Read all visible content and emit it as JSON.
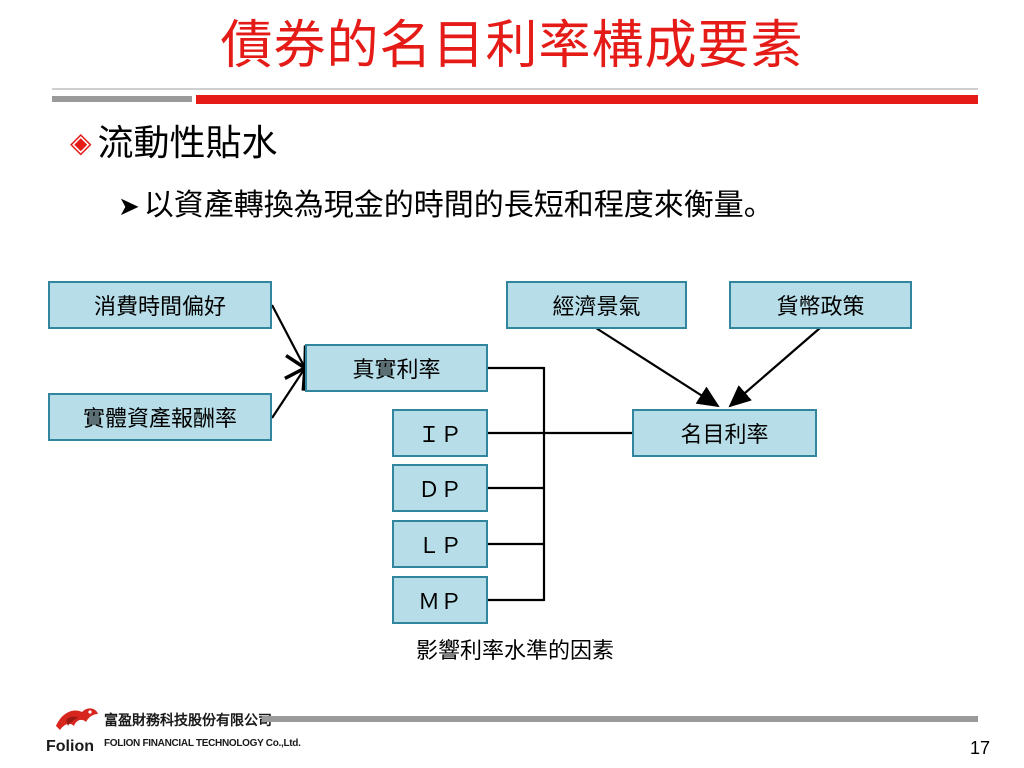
{
  "title": "債券的名目利率構成要素",
  "bullet_level1": {
    "marker": "◈",
    "text": "流動性貼水"
  },
  "bullet_level2": {
    "marker": "➤",
    "text": "以資產轉換為現金的時間的長短和程度來衡量。"
  },
  "diagram": {
    "boxes": {
      "consumption_pref": "消費時間偏好",
      "real_asset_return": "實體資產報酬率",
      "real_rate": "真實利率",
      "ip": "ＩＰ",
      "dp": "ＤＰ",
      "lp": "ＬＰ",
      "mp": "ＭＰ",
      "economy": "經濟景氣",
      "monetary_policy": "貨幣政策",
      "nominal_rate": "名目利率"
    },
    "caption": "影響利率水準的因素"
  },
  "footer": {
    "logo_text": "Folion",
    "company_cn": "富盈財務科技股份有限公司",
    "company_en": "FOLION FINANCIAL TECHNOLOGY Co.,Ltd.",
    "page_number": "17"
  },
  "colors": {
    "title": "#e41b17",
    "box_fill": "#b7dee8",
    "box_border": "#31859c",
    "accent_bar": "#e41b17",
    "gray_bar": "#9a9a9a"
  }
}
